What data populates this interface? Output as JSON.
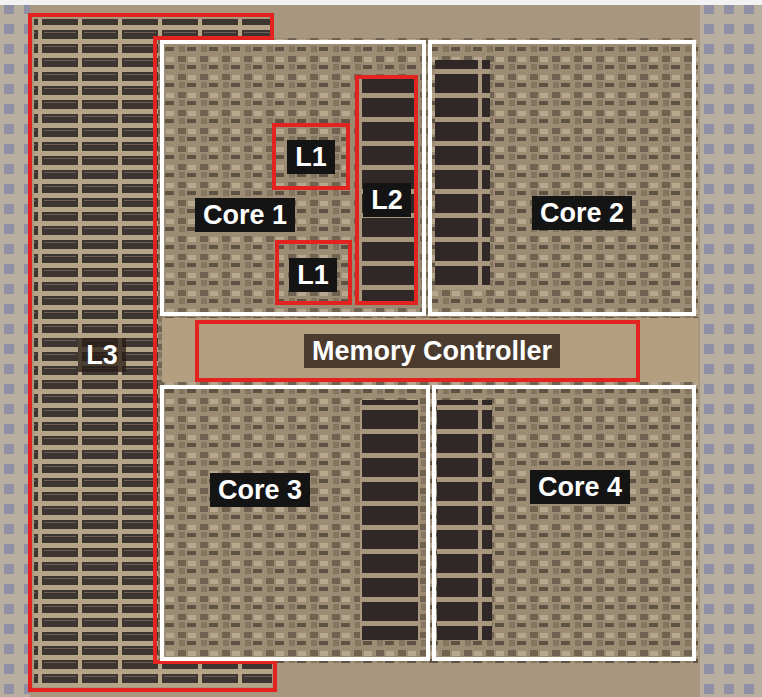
{
  "diagram": {
    "nodes": [
      {
        "text": [
          "L3"
        ]
      },
      {
        "text": [
          "Core 1"
        ]
      },
      {
        "text": [
          "L1"
        ],
        "in": 1
      },
      {
        "text": [
          "L2"
        ],
        "in": 1
      },
      {
        "text": [
          "L1"
        ],
        "in": 1
      },
      {
        "text": [
          "Core 2"
        ]
      },
      {
        "text": [
          "Memory Controller"
        ]
      },
      {
        "text": [
          "Core 3"
        ]
      },
      {
        "text": [
          "Core 4"
        ]
      }
    ]
  }
}
